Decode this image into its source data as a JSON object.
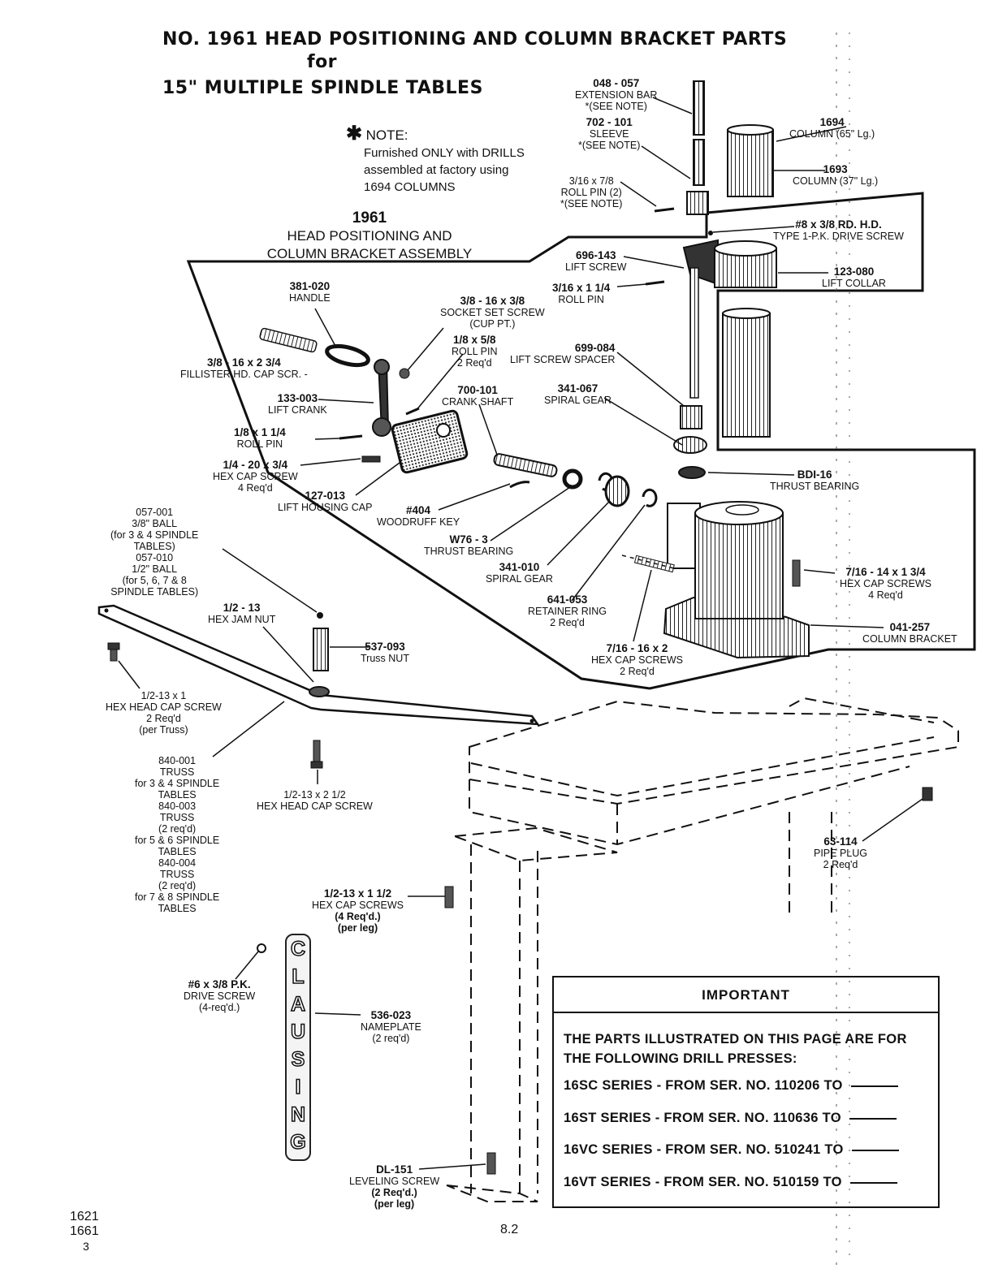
{
  "header": {
    "line1": "NO. 1961 HEAD POSITIONING AND COLUMN BRACKET PARTS",
    "line2": "for",
    "line3": "15\" MULTIPLE SPINDLE TABLES"
  },
  "note": {
    "mark": "✱",
    "heading": "NOTE:",
    "lines": [
      "Furnished ONLY with DRILLS",
      "assembled at factory using",
      "1694 COLUMNS"
    ]
  },
  "assembly": {
    "number": "1961",
    "name_line1": "HEAD POSITIONING AND",
    "name_line2": "COLUMN BRACKET ASSEMBLY"
  },
  "parts": [
    {
      "pn": "048 - 057",
      "lines": [
        "EXTENSION BAR",
        "*(SEE NOTE)"
      ]
    },
    {
      "pn": "702 - 101",
      "lines": [
        "SLEEVE",
        "*(SEE NOTE)"
      ]
    },
    {
      "pn": "",
      "lines": [
        "3/16 x 7/8",
        "ROLL PIN (2)",
        "*(SEE NOTE)"
      ]
    },
    {
      "pn": "1694",
      "lines": [
        "COLUMN (65\" Lg.)"
      ]
    },
    {
      "pn": "1693",
      "lines": [
        "COLUMN (37\" Lg.)"
      ]
    },
    {
      "pn": "#8 x 3/8 RD. H.D.",
      "lines": [
        "TYPE 1-P.K. DRIVE SCREW"
      ]
    },
    {
      "pn": "696-143",
      "lines": [
        "LIFT SCREW"
      ]
    },
    {
      "pn": "123-080",
      "lines": [
        "LIFT COLLAR"
      ]
    },
    {
      "pn": "3/16 x 1 1/4",
      "lines": [
        "ROLL PIN"
      ]
    },
    {
      "pn": "381-020",
      "lines": [
        "HANDLE"
      ]
    },
    {
      "pn": "3/8 - 16 x 3/8",
      "lines": [
        "SOCKET SET SCREW",
        "(CUP PT.)"
      ]
    },
    {
      "pn": "1/8 x 5/8",
      "lines": [
        "ROLL PIN",
        "2 Req'd"
      ]
    },
    {
      "pn": "699-084",
      "lines": [
        "LIFT SCREW SPACER"
      ]
    },
    {
      "pn": "3/8 - 16 x 2 3/4",
      "lines": [
        "FILLISTER HD. CAP SCR. -"
      ]
    },
    {
      "pn": "133-003",
      "lines": [
        "LIFT CRANK"
      ]
    },
    {
      "pn": "700-101",
      "lines": [
        "CRANK SHAFT"
      ]
    },
    {
      "pn": "341-067",
      "lines": [
        "SPIRAL GEAR"
      ]
    },
    {
      "pn": "1/8 x 1 1/4",
      "lines": [
        "ROLL PIN"
      ]
    },
    {
      "pn": "1/4 - 20 x 3/4",
      "lines": [
        "HEX CAP SCREW",
        "4 Req'd"
      ]
    },
    {
      "pn": "127-013",
      "lines": [
        "LIFT HOUSING CAP"
      ]
    },
    {
      "pn": "#404",
      "lines": [
        "WOODRUFF KEY"
      ]
    },
    {
      "pn": "BDI-16",
      "lines": [
        "THRUST BEARING"
      ]
    },
    {
      "pn": "W76 - 3",
      "lines": [
        "THRUST BEARING"
      ]
    },
    {
      "pn": "341-010",
      "lines": [
        "SPIRAL GEAR"
      ]
    },
    {
      "pn": "641-053",
      "lines": [
        "RETAINER RING",
        "2 Req'd"
      ]
    },
    {
      "pn": "7/16 - 16 x 2",
      "lines": [
        "HEX CAP SCREWS",
        "2 Req'd"
      ]
    },
    {
      "pn": "7/16 - 14 x 1 3/4",
      "lines": [
        "HEX CAP SCREWS",
        "4 Req'd"
      ]
    },
    {
      "pn": "041-257",
      "lines": [
        "COLUMN BRACKET"
      ]
    },
    {
      "pn": "",
      "lines": [
        "057-001",
        "3/8\" BALL",
        "(for 3 & 4 SPINDLE",
        "TABLES)",
        "057-010",
        "1/2\" BALL",
        "(for 5, 6, 7 & 8",
        "SPINDLE TABLES)"
      ]
    },
    {
      "pn": "1/2 - 13",
      "lines": [
        "HEX JAM NUT"
      ]
    },
    {
      "pn": "537-093",
      "lines": [
        "Truss NUT"
      ]
    },
    {
      "pn": "",
      "lines": [
        "1/2-13 x 1",
        "HEX HEAD CAP SCREW",
        "2 Req'd",
        "(per Truss)"
      ]
    },
    {
      "pn": "",
      "lines": [
        "840-001",
        "TRUSS",
        "for 3 & 4 SPINDLE",
        "TABLES",
        "840-003",
        "TRUSS",
        "(2 req'd)",
        "for 5 & 6 SPINDLE",
        "TABLES",
        "840-004",
        "TRUSS",
        "(2 req'd)",
        "for 7 & 8 SPINDLE",
        "TABLES"
      ]
    },
    {
      "pn": "",
      "lines": [
        "1/2-13 x 2 1/2",
        "HEX HEAD CAP SCREW"
      ]
    },
    {
      "pn": "63-114",
      "lines": [
        "PIPE PLUG",
        "2 Req'd"
      ]
    },
    {
      "pn": "1/2-13 x 1 1/2",
      "lines": [
        "HEX CAP SCREWS",
        "(4 Req'd.)",
        "(per leg)"
      ]
    },
    {
      "pn": "#6 x 3/8 P.K.",
      "lines": [
        "DRIVE SCREW",
        "(4-req'd.)"
      ]
    },
    {
      "pn": "536-023",
      "lines": [
        "NAMEPLATE",
        "(2 req'd)"
      ]
    },
    {
      "pn": "DL-151",
      "lines": [
        "LEVELING SCREW",
        "(2 Req'd.)",
        "(per leg)"
      ]
    }
  ],
  "nameplate_letters": [
    "C",
    "L",
    "A",
    "U",
    "S",
    "I",
    "N",
    "G"
  ],
  "important": {
    "title": "IMPORTANT",
    "intro_line1": "THE PARTS ILLUSTRATED ON THIS PAGE ARE FOR",
    "intro_line2": "THE FOLLOWING DRILL PRESSES:",
    "rows": [
      "16SC SERIES - FROM SER. NO. 110206 TO",
      "16ST SERIES - FROM SER. NO. 110636 TO",
      "16VC SERIES - FROM SER. NO. 510241 TO",
      "16VT SERIES - FROM SER. NO. 510159 TO"
    ]
  },
  "footer": {
    "codes": [
      "1621",
      "1661",
      "3"
    ],
    "page": "8.2"
  }
}
